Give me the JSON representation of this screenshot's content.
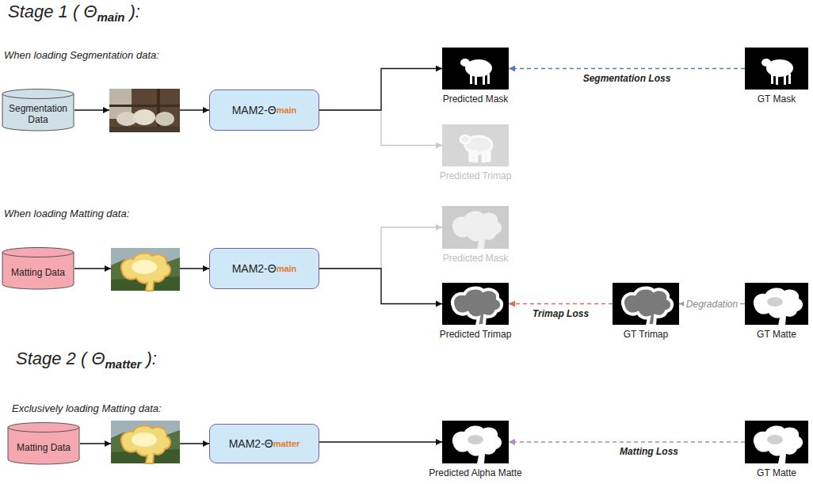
{
  "diagram": {
    "nodes": [
      {
        "text": [
          "Segmentation Data"
        ]
      },
      {
        "text": [
          "MAM2-Θ",
          "main"
        ]
      },
      {
        "text": [
          "Predicted Mask"
        ]
      },
      {
        "text": [
          "Predicted Trimap"
        ]
      },
      {
        "text": [
          "GT Mask"
        ]
      },
      {
        "text": [
          "Matting Data"
        ]
      },
      {
        "text": [
          "MAM2-Θ",
          "main"
        ]
      },
      {
        "text": [
          "Predicted Mask"
        ]
      },
      {
        "text": [
          "Predicted Trimap"
        ]
      },
      {
        "text": [
          "GT Trimap"
        ]
      },
      {
        "text": [
          "GT Matte"
        ]
      },
      {
        "text": [
          "Matting Data"
        ]
      },
      {
        "text": [
          "MAM2-Θ",
          "matter"
        ]
      },
      {
        "text": [
          "Predicted Alpha Matte"
        ]
      },
      {
        "text": [
          "GT Matte"
        ]
      }
    ],
    "edges": [
      {
        "from": 0,
        "to": 1,
        "arrow": "to"
      },
      {
        "from": 1,
        "to": 2,
        "arrow": "to"
      },
      {
        "from": 1,
        "to": 3,
        "arrow": "to"
      },
      {
        "from": 4,
        "to": 2,
        "arrow": "to",
        "label": "Segmentation Loss"
      },
      {
        "from": 5,
        "to": 6,
        "arrow": "to"
      },
      {
        "from": 6,
        "to": 7,
        "arrow": "to"
      },
      {
        "from": 6,
        "to": 8,
        "arrow": "to"
      },
      {
        "from": 9,
        "to": 8,
        "arrow": "to",
        "label": "Trimap Loss"
      },
      {
        "from": 10,
        "to": 9,
        "arrow": "to",
        "label": "Degradation"
      },
      {
        "from": 11,
        "to": 12,
        "arrow": "to"
      },
      {
        "from": 12,
        "to": 13,
        "arrow": "to"
      },
      {
        "from": 14,
        "to": 13,
        "arrow": "to",
        "label": "Matting Loss"
      }
    ],
    "labels": [
      "Stage 1 ( Θ",
      "main",
      "):",
      "When loading Segmentation data:",
      "When loading Matting data:",
      "Stage 2 ( Θ",
      "matter",
      "):",
      "Exclusively loading Matting data:"
    ]
  }
}
